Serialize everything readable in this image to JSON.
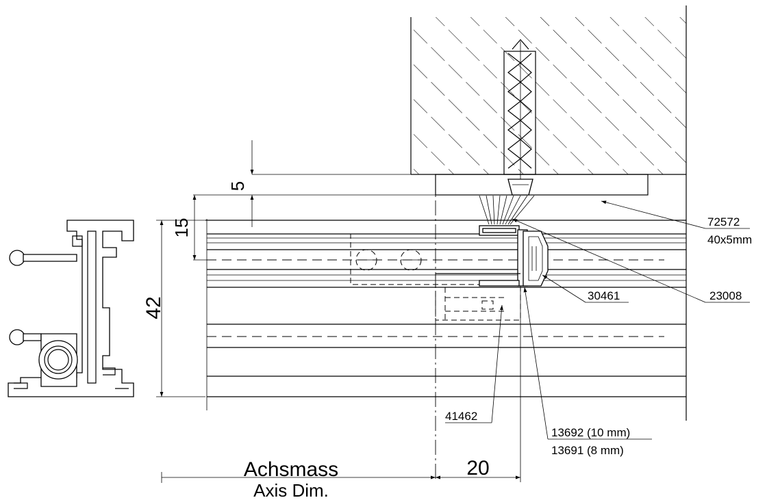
{
  "dimensions": {
    "d5": "5",
    "d15": "15",
    "d42": "42",
    "d20": "20",
    "axis_de": "Achsmass",
    "axis_en": "Axis Dim."
  },
  "parts": {
    "p72572": "72572",
    "p72572_size": "40x5mm",
    "p23008": "23008",
    "p30461": "30461",
    "p41462": "41462",
    "p13692": "13692 (10 mm)",
    "p13691": "13691 (8 mm)"
  }
}
